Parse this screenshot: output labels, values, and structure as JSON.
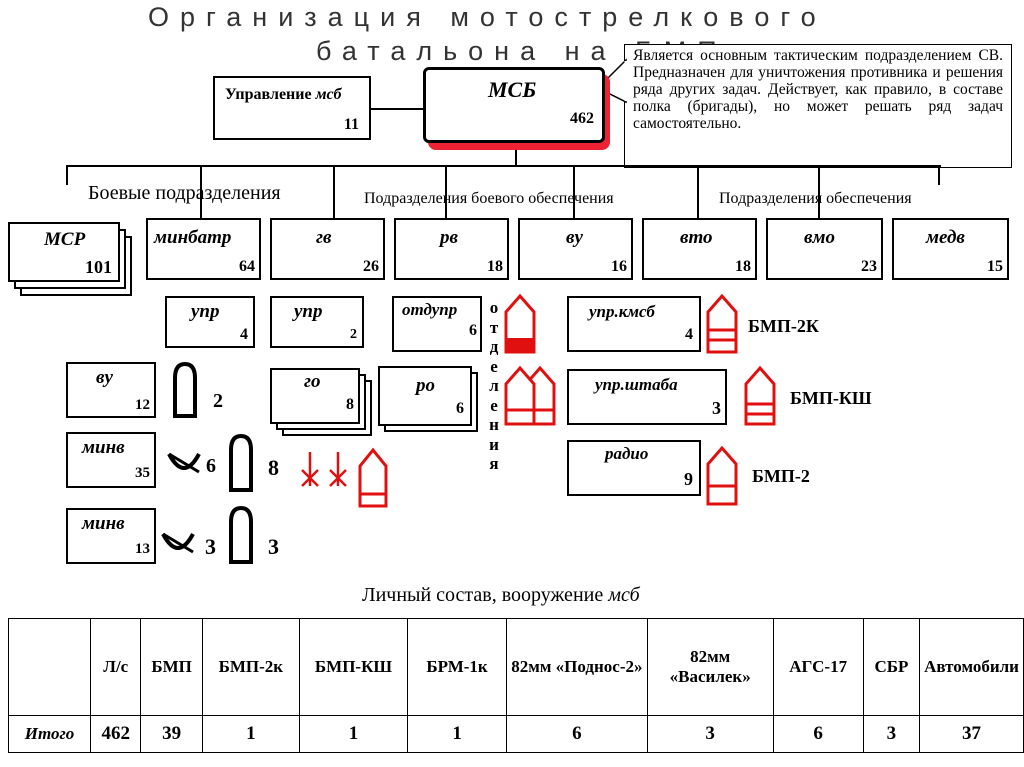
{
  "title": {
    "line1": "Организация мотострелкового",
    "line2": "батальона на БМП"
  },
  "callout": "Является основным тактическим подразделением СВ. Предназначен для уничтожения противника и решения ряда других задач. Действует, как правило, в составе полка (бригады), но может решать ряд задач самостоятельно.",
  "hq": {
    "label": "Управление",
    "label_abbr": "мсб",
    "count": "11"
  },
  "root": {
    "label": "МСБ",
    "count": "462"
  },
  "groups": {
    "combat": "Боевые подразделения",
    "combat_support": "Подразделения боевого обеспечения",
    "service_support": "Подразделения обеспечения"
  },
  "units": [
    {
      "label": "МСР",
      "count": "101"
    },
    {
      "label": "минбатр",
      "count": "64"
    },
    {
      "label": "гв",
      "count": "26"
    },
    {
      "label": "рв",
      "count": "18"
    },
    {
      "label": "ву",
      "count": "16"
    },
    {
      "label": "вто",
      "count": "18"
    },
    {
      "label": "вмо",
      "count": "23"
    },
    {
      "label": "медв",
      "count": "15"
    }
  ],
  "sub": {
    "minbatr_upr": {
      "label": "упр",
      "count": "4"
    },
    "gv_upr": {
      "label": "упр",
      "count": "2"
    },
    "rv_otdupr": {
      "label": "отдупр",
      "count": "6"
    },
    "vu_upr_kmsb": {
      "label": "упр.кмсб",
      "count": "4"
    },
    "vu": {
      "label": "ву",
      "count": "12"
    },
    "minv35": {
      "label": "минв",
      "count": "35"
    },
    "minv13": {
      "label": "минв",
      "count": "13"
    },
    "go": {
      "label": "го",
      "count": "8"
    },
    "ro": {
      "label": "ро",
      "count": "6"
    },
    "upr_shtaba": {
      "label": "упр.штаба",
      "count": "3"
    },
    "radio": {
      "label": "радио",
      "count": "9"
    }
  },
  "vertical_text": [
    "о",
    "т",
    "д",
    "е",
    "л",
    "е",
    "н",
    "и",
    "я"
  ],
  "weapons": {
    "vu_mortar_count": "2",
    "minv35_gun_count": "6",
    "minv35_mortar_count": "8",
    "minv13_gun_count": "3",
    "minv13_mortar_count": "3",
    "bmp2k": "БМП-2К",
    "bmpksh": "БМП-КШ",
    "bmp2": "БМП-2"
  },
  "table": {
    "caption": "Личный состав, вооружение",
    "caption_abbr": "мсб",
    "headers": [
      "",
      "Л/с",
      "БМП",
      "БМП-2к",
      "БМП-КШ",
      "БРМ-1к",
      "82мм «Поднос-2»",
      "82мм «Василек»",
      "АГС-17",
      "СБР",
      "Автомобили"
    ],
    "row_label": "Итого",
    "values": [
      "462",
      "39",
      "1",
      "1",
      "1",
      "6",
      "3",
      "6",
      "3",
      "37"
    ]
  },
  "colors": {
    "accent": "#e01010",
    "accent_fill": "#ff8a7a",
    "text": "#000000"
  }
}
